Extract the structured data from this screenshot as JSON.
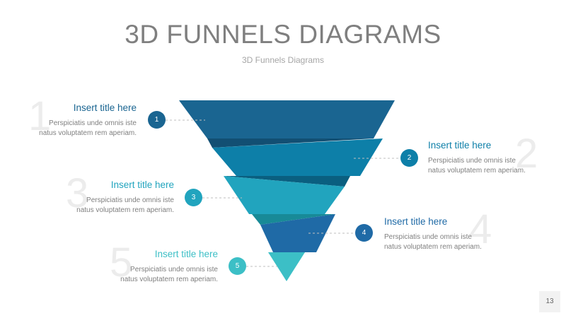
{
  "header": {
    "title": "3D FUNNELS DIAGRAMS",
    "subtitle": "3D Funnels Diagrams"
  },
  "items": [
    {
      "number": "1",
      "big_number": "1",
      "title": "Insert title here",
      "line1": "Perspiciatis unde omnis iste",
      "line2": "natus voluptatem rem aperiam.",
      "color": "#1a6591"
    },
    {
      "number": "2",
      "big_number": "2",
      "title": "Insert title here",
      "line1": "Perspiciatis unde omnis iste",
      "line2": "natus voluptatem rem aperiam.",
      "color": "#0d7fa8"
    },
    {
      "number": "3",
      "big_number": "3",
      "title": "Insert title here",
      "line1": "Perspiciatis unde omnis iste",
      "line2": "natus voluptatem rem aperiam.",
      "color": "#21a4be"
    },
    {
      "number": "4",
      "big_number": "4",
      "title": "Insert title here",
      "line1": "Perspiciatis unde omnis iste",
      "line2": "natus voluptatem rem aperiam.",
      "color": "#1f6aa6"
    },
    {
      "number": "5",
      "big_number": "5",
      "title": "Insert title here",
      "line1": "Perspiciatis unde omnis iste",
      "line2": "natus voluptatem rem aperiam.",
      "color": "#3cbfc6"
    }
  ],
  "footer": {
    "page_number": "13"
  }
}
